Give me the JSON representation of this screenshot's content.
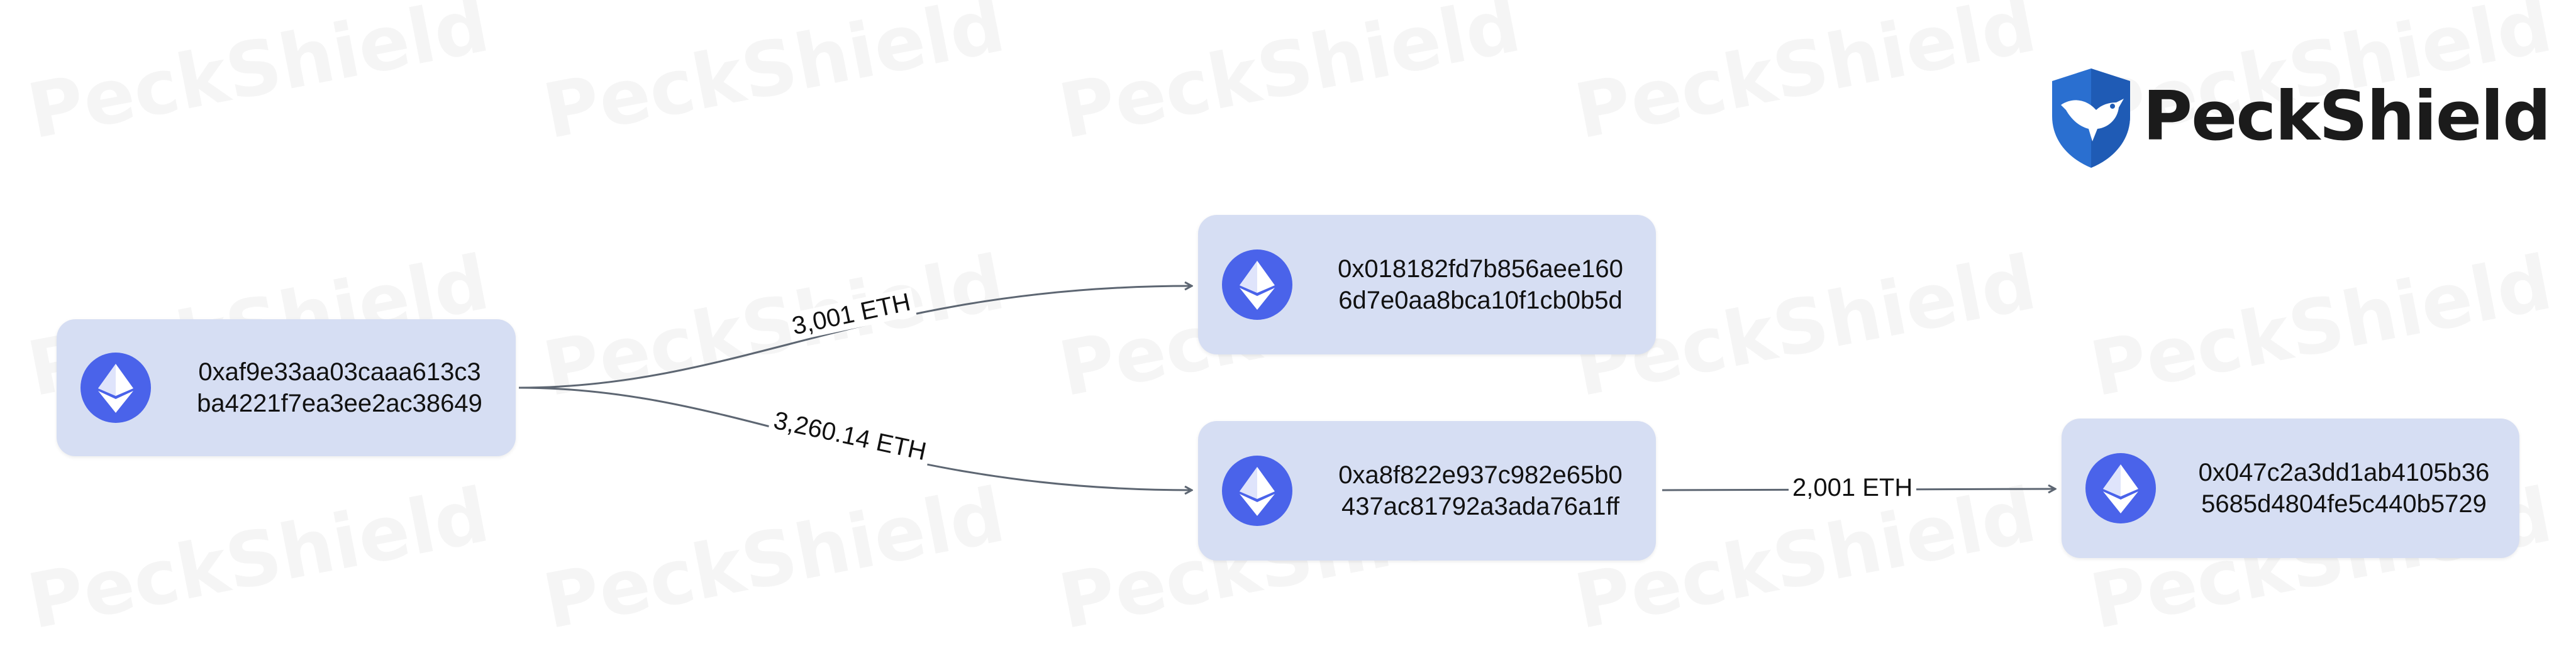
{
  "brand": {
    "logo_text": "PeckShield",
    "watermark": "PeckShield",
    "shield_color": "#2a6fd0"
  },
  "colors": {
    "node_bg": "#d6def3",
    "eth_badge": "#4a63ea",
    "edge": "#5d6672"
  },
  "nodes": [
    {
      "line1": "0xaf9e33aa03caaa613c3",
      "line2": "ba4221f7ea3ee2ac38649",
      "icon": "ethereum-icon"
    },
    {
      "line1": "0x018182fd7b856aee160",
      "line2": "6d7e0aa8bca10f1cb0b5d",
      "icon": "ethereum-icon"
    },
    {
      "line1": "0xa8f822e937c982e65b0",
      "line2": "437ac81792a3ada76a1ff",
      "icon": "ethereum-icon"
    },
    {
      "line1": "0x047c2a3dd1ab4105b36",
      "line2": "5685d4804fe5c440b5729",
      "icon": "ethereum-icon"
    }
  ],
  "edges": [
    {
      "label": "3,001 ETH"
    },
    {
      "label": "3,260.14 ETH"
    },
    {
      "label": "2,001 ETH"
    }
  ]
}
